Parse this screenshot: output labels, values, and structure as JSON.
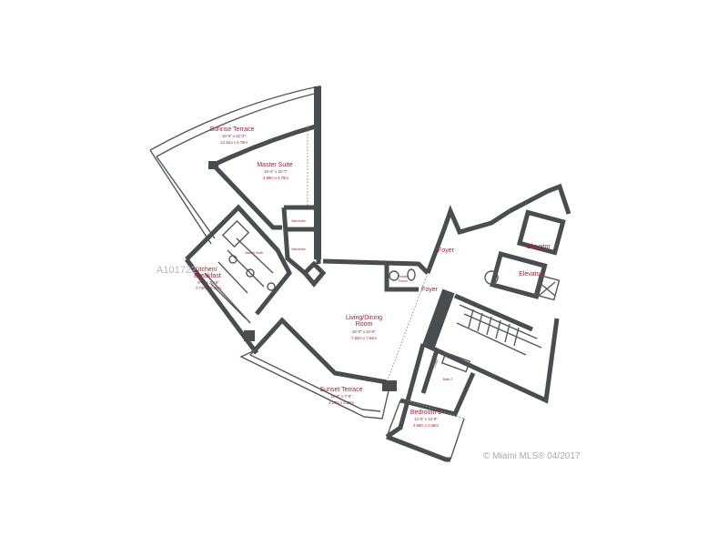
{
  "plan": {
    "rooms": [
      {
        "name": "Sunrise Terrace",
        "dims_ft": "10'-6\" x 22'-2\"",
        "dims_m": "13.11m x 6.78m"
      },
      {
        "name": "Master Suite",
        "dims_ft": "16'-4\" x 15'-7\"",
        "dims_m": "4.98m x 4.75m"
      },
      {
        "name": "Wardrobe"
      },
      {
        "name": "Wardrobe"
      },
      {
        "name": "Master Bath"
      },
      {
        "name": "Kitchen/",
        "name2": "Breakfast",
        "dims_ft": "9'-0\" x 20'-8\"",
        "dims_m": "2.74m x 6.30m"
      },
      {
        "name": "Powder",
        "name2": "Room"
      },
      {
        "name": "Foyer"
      },
      {
        "name": "Foyer"
      },
      {
        "name": "Elevator"
      },
      {
        "name": "Elevator"
      },
      {
        "name": "Living/Dining",
        "name2": "Room",
        "dims_ft": "25'-0\" x 24'-9\"",
        "dims_m": "7.62m x 7.54m"
      },
      {
        "name": "Sunset Terrace",
        "dims_ft": "10'-9\" x 7'-6\"",
        "dims_m": "3.27m x 2.29m"
      },
      {
        "name": "Bedroom 2",
        "dims_ft": "12'-0\" x 13'-9\"",
        "dims_m": "3.66m x 3.38m"
      },
      {
        "name": "Closet"
      },
      {
        "name": "Bath 2"
      }
    ]
  },
  "watermark": {
    "listing_id": "A101722",
    "copyright": "© Miami MLS® 04/2017"
  }
}
